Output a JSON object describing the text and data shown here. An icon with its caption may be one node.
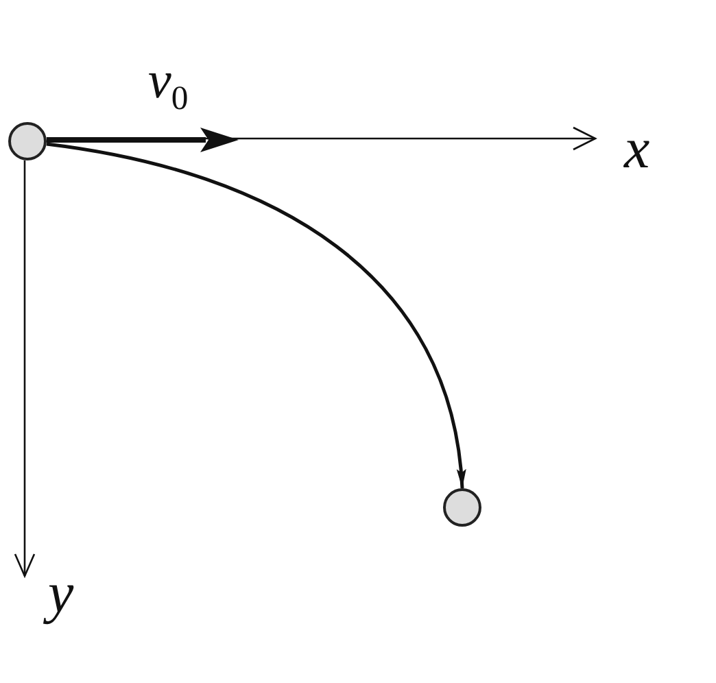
{
  "diagram": {
    "nodes": [
      {
        "text": [],
        "shape": "circle"
      },
      {
        "text": [],
        "shape": "circle"
      }
    ],
    "edges": [
      {
        "from": 0,
        "to": 1,
        "arrow": "to"
      }
    ],
    "labels": [
      "v$_{0}$",
      "x",
      "y"
    ]
  }
}
